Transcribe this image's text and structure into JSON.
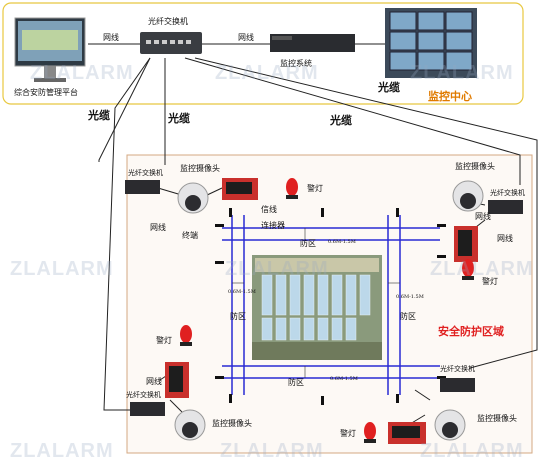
{
  "labels": {
    "top_switch": "光纤交换机",
    "net_left": "网线",
    "net_right": "网线",
    "platform": "综合安防管理平台",
    "monitor_system": "监控系统",
    "fiber_top": "光缆",
    "monitor_center": "监控中心",
    "fiber_left": "光缆",
    "fiber_mid": "光缆",
    "fiber_right": "光缆",
    "tl_camera": "监控摄像头",
    "tl_switch": "光纤交换机",
    "tl_net": "网线",
    "signal_line": "信线",
    "connector": "连接器",
    "terminal": "终端",
    "tl_alarm": "警灯",
    "tr_camera": "监控摄像头",
    "tr_switch": "光纤交换机",
    "tr_net_a": "网线",
    "tr_net_b": "网线",
    "tr_alarm": "警灯",
    "zone_top": "防区",
    "zone_left": "防区",
    "zone_right": "防区",
    "zone_bottom": "防区",
    "dim_top": "0.6M-1.5M",
    "dim_left": "0.6M-1.5M",
    "dim_right": "0.6M-1.5M",
    "dim_bottom": "0.6M-1.5M",
    "secure_area": "安全防护区域",
    "bl_alarm": "警灯",
    "bl_net": "网线",
    "bl_switch": "光纤交换机",
    "bl_camera": "监控摄像头",
    "br_switch": "光纤交换机",
    "br_alarm": "警灯",
    "br_camera": "监控摄像头",
    "watermark": "ZLALARM"
  },
  "colors": {
    "center_border": "#e8c840",
    "area_border": "#d4a882",
    "fence": "#2a2ad4",
    "alarm_red": "#e02020",
    "accent_orange": "#e07b00"
  }
}
